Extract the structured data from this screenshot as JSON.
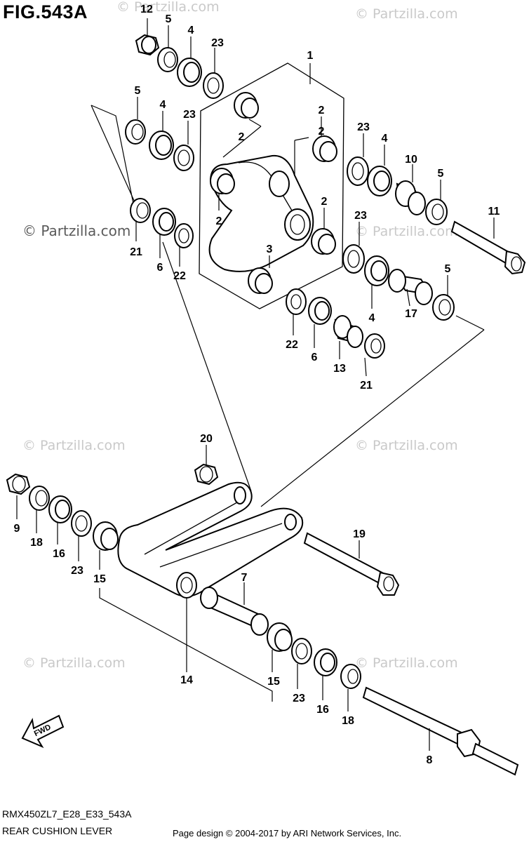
{
  "figure": {
    "title": "FIG.543A",
    "code": "RMX450ZL7_E28_E33_543A",
    "name": "REAR CUSHION LEVER",
    "credit": "Page design © 2004-2017 by ARI Network Services, Inc."
  },
  "watermarks": [
    {
      "text": "© Partzilla.com",
      "style": "light"
    },
    {
      "text": "© Partzilla.com",
      "style": "dark"
    },
    {
      "text": "© Partzilla.com",
      "style": "light"
    },
    {
      "text": "© Partzilla.com",
      "style": "light"
    },
    {
      "text": "© Partzilla.com",
      "style": "light"
    },
    {
      "text": "© Partzilla.com",
      "style": "light"
    },
    {
      "text": "© Partzilla.com",
      "style": "light"
    },
    {
      "text": "© Partzilla.com",
      "style": "light"
    }
  ],
  "fwd_label": "FWD",
  "callouts": [
    "12",
    "5",
    "4",
    "23",
    "1",
    "5",
    "4",
    "23",
    "2",
    "2",
    "2",
    "23",
    "4",
    "10",
    "5",
    "11",
    "2",
    "2",
    "3",
    "21",
    "6",
    "22",
    "23",
    "4",
    "5",
    "17",
    "22",
    "6",
    "13",
    "21",
    "20",
    "9",
    "18",
    "16",
    "23",
    "15",
    "19",
    "7",
    "14",
    "15",
    "23",
    "16",
    "18",
    "8"
  ],
  "colors": {
    "ink": "#000000",
    "watermark": "#c9c9c9",
    "background": "#ffffff"
  }
}
